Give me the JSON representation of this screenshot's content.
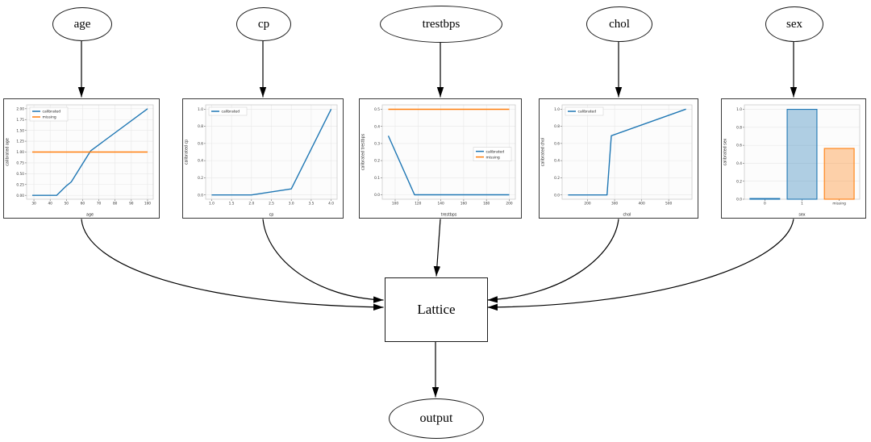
{
  "diagram": {
    "nodes": {
      "inputs": [
        {
          "id": "age",
          "label": "age"
        },
        {
          "id": "cp",
          "label": "cp"
        },
        {
          "id": "trestbps",
          "label": "trestbps"
        },
        {
          "id": "chol",
          "label": "chol"
        },
        {
          "id": "sex",
          "label": "sex"
        }
      ],
      "lattice": {
        "label": "Lattice"
      },
      "output": {
        "label": "output"
      }
    },
    "edges": [
      {
        "from": "age",
        "to": "calibrator-age"
      },
      {
        "from": "cp",
        "to": "calibrator-cp"
      },
      {
        "from": "trestbps",
        "to": "calibrator-trestbps"
      },
      {
        "from": "chol",
        "to": "calibrator-chol"
      },
      {
        "from": "sex",
        "to": "calibrator-sex"
      },
      {
        "from": "calibrator-age",
        "to": "Lattice"
      },
      {
        "from": "calibrator-cp",
        "to": "Lattice"
      },
      {
        "from": "calibrator-trestbps",
        "to": "Lattice"
      },
      {
        "from": "calibrator-chol",
        "to": "Lattice"
      },
      {
        "from": "calibrator-sex",
        "to": "Lattice"
      },
      {
        "from": "Lattice",
        "to": "output"
      }
    ],
    "colors": {
      "calibrated": "#1f77b4",
      "missing": "#ff7f0e",
      "edge": "#000000"
    }
  },
  "chart_data": [
    {
      "type": "line",
      "title": "",
      "xlabel": "age",
      "ylabel": "calibrated age",
      "xlim": [
        25.5,
        103.5
      ],
      "ylim": [
        -0.09,
        2.09
      ],
      "xticks": [
        30,
        40,
        50,
        60,
        70,
        80,
        90,
        100
      ],
      "xtick_labels": [
        "30",
        "40",
        "50",
        "60",
        "70",
        "80",
        "90",
        "100"
      ],
      "yticks": [
        0,
        0.25,
        0.5,
        0.75,
        1.0,
        1.25,
        1.5,
        1.75,
        2.0
      ],
      "ytick_labels": [
        "0.00",
        "0.25",
        "0.50",
        "0.75",
        "1.00",
        "1.25",
        "1.50",
        "1.75",
        "2.00"
      ],
      "grid": true,
      "legend": {
        "loc": "top-left"
      },
      "series": [
        {
          "name": "calibrated",
          "color": "#1f77b4",
          "points": [
            [
              29,
              0
            ],
            [
              44,
              0
            ],
            [
              50,
              0.22
            ],
            [
              53,
              0.31
            ],
            [
              65,
              1.03
            ],
            [
              100,
              2.0
            ]
          ]
        },
        {
          "name": "missing",
          "color": "#ff7f0e",
          "points": [
            [
              29,
              1.0
            ],
            [
              100,
              1.0
            ]
          ]
        }
      ]
    },
    {
      "type": "line",
      "title": "",
      "xlabel": "cp",
      "ylabel": "calibrated cp",
      "xlim": [
        0.85,
        4.15
      ],
      "ylim": [
        -0.05,
        1.05
      ],
      "xticks": [
        1,
        1.5,
        2,
        2.5,
        3,
        3.5,
        4
      ],
      "xtick_labels": [
        "1.0",
        "1.5",
        "2.0",
        "2.5",
        "3.0",
        "3.5",
        "4.0"
      ],
      "yticks": [
        0,
        0.2,
        0.4,
        0.6,
        0.8,
        1.0
      ],
      "ytick_labels": [
        "0.0",
        "0.2",
        "0.4",
        "0.6",
        "0.8",
        "1.0"
      ],
      "grid": true,
      "legend": {
        "loc": "top-left"
      },
      "series": [
        {
          "name": "calibrated",
          "color": "#1f77b4",
          "points": [
            [
              1,
              0
            ],
            [
              2,
              0
            ],
            [
              3,
              0.07
            ],
            [
              4,
              1.0
            ]
          ]
        }
      ]
    },
    {
      "type": "line",
      "title": "",
      "xlabel": "trestbps",
      "ylabel": "calibrated trestbps",
      "xlim": [
        88.7,
        205.3
      ],
      "ylim": [
        -0.026,
        0.526
      ],
      "xticks": [
        100,
        120,
        140,
        160,
        180,
        200
      ],
      "xtick_labels": [
        "100",
        "120",
        "140",
        "160",
        "180",
        "200"
      ],
      "yticks": [
        0,
        0.1,
        0.2,
        0.3,
        0.4,
        0.5
      ],
      "ytick_labels": [
        "0.0",
        "0.1",
        "0.2",
        "0.3",
        "0.4",
        "0.5"
      ],
      "grid": true,
      "legend": {
        "loc": "center-right"
      },
      "series": [
        {
          "name": "calibrated",
          "color": "#1f77b4",
          "points": [
            [
              94,
              0.345
            ],
            [
              117,
              0
            ],
            [
              200,
              0
            ]
          ]
        },
        {
          "name": "missing",
          "color": "#ff7f0e",
          "points": [
            [
              94,
              0.5
            ],
            [
              200,
              0.5
            ]
          ]
        }
      ]
    },
    {
      "type": "line",
      "title": "",
      "xlabel": "chol",
      "ylabel": "calibrated chol",
      "xlim": [
        106,
        586
      ],
      "ylim": [
        -0.05,
        1.05
      ],
      "xticks": [
        200,
        300,
        400,
        500
      ],
      "xtick_labels": [
        "200",
        "300",
        "400",
        "500"
      ],
      "yticks": [
        0,
        0.2,
        0.4,
        0.6,
        0.8,
        1.0
      ],
      "ytick_labels": [
        "0.0",
        "0.2",
        "0.4",
        "0.6",
        "0.8",
        "1.0"
      ],
      "grid": true,
      "legend": {
        "loc": "top-left"
      },
      "series": [
        {
          "name": "calibrated",
          "color": "#1f77b4",
          "points": [
            [
              128,
              0
            ],
            [
              272,
              0
            ],
            [
              288,
              0.69
            ],
            [
              564,
              1.0
            ]
          ]
        }
      ]
    },
    {
      "type": "bar",
      "title": "",
      "xlabel": "sex",
      "ylabel": "calibrated sex",
      "ylim": [
        0,
        1.05
      ],
      "categories": [
        "0",
        "1",
        "missing"
      ],
      "values": [
        0.008,
        1.0,
        0.565
      ],
      "yticks": [
        0,
        0.2,
        0.4,
        0.6,
        0.8,
        1.0
      ],
      "ytick_labels": [
        "0.0",
        "0.2",
        "0.4",
        "0.6",
        "0.8",
        "1.0"
      ],
      "grid": true,
      "legend": null,
      "bars": [
        {
          "fill": "#1f77b4",
          "edge": "#1f77b4"
        },
        {
          "fill": "#1f77b4",
          "edge": "#1f77b4"
        },
        {
          "fill": "#ff7f0e",
          "edge": "#ff7f0e"
        }
      ]
    }
  ]
}
